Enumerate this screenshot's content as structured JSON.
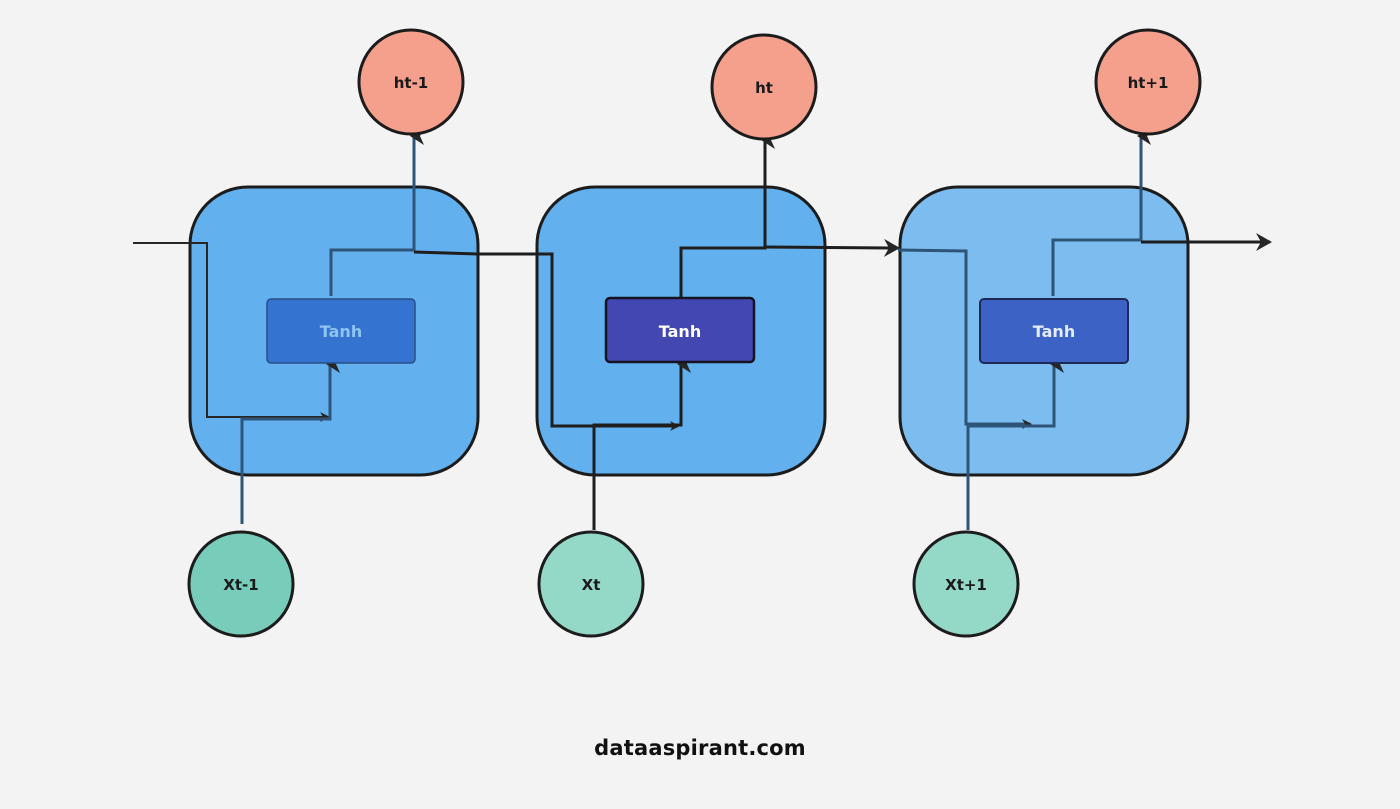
{
  "diagram": {
    "cells": [
      {
        "output_label": "ht-1",
        "input_label": "Xt-1",
        "activation_label": "Tanh"
      },
      {
        "output_label": "ht",
        "input_label": "Xt",
        "activation_label": "Tanh"
      },
      {
        "output_label": "ht+1",
        "input_label": "Xt+1",
        "activation_label": "Tanh"
      }
    ]
  },
  "footer": {
    "watermark": "dataaspirant.com"
  },
  "colors": {
    "background": "#f3f3f3",
    "cell_fill_1": "#63b0ef",
    "cell_fill_2": "#63b0ef",
    "cell_fill_3": "#7cbcee",
    "tanh_fill_1": "#3573d0",
    "tanh_fill_2": "#4347b2",
    "tanh_fill_3": "#3d62c5",
    "output_node": "#f4a08d",
    "input_node_1": "#77cdb9",
    "input_node_2": "#94d8c7",
    "input_node_3": "#94d8c7",
    "stroke": "#222222"
  }
}
